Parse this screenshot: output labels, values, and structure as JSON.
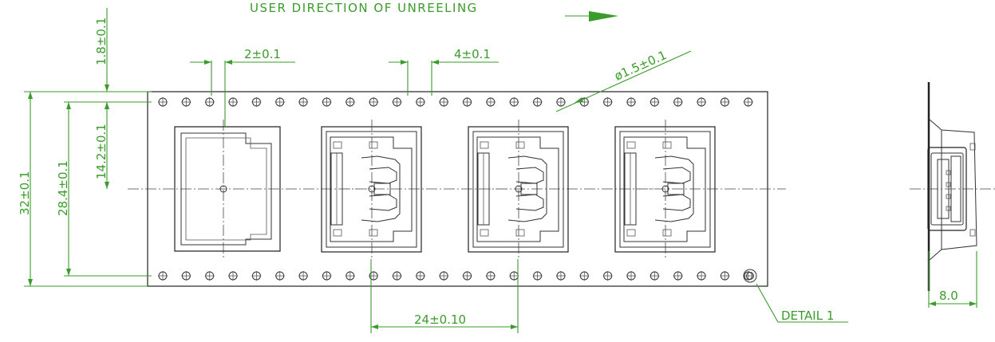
{
  "drawing": {
    "direction_label": "USER DIRECTION OF UNREELING",
    "dim_hole_width": "2±0.1",
    "dim_hole_pitch": "4±0.1",
    "dim_hole_dia": "ø1.5±0.1",
    "dim_top_edge": "1.8±0.1",
    "dim_tape_width": "32±0.1",
    "dim_hole_rows": "28.4±0.1",
    "dim_center": "14.2±0.1",
    "dim_pocket_pitch": "24±0.10",
    "detail_label": "DETAIL 1",
    "dim_depth": "8.0"
  },
  "colors": {
    "dimension": "#3a9c2a",
    "outline": "#222222"
  },
  "sprocket_hole_count": 26
}
